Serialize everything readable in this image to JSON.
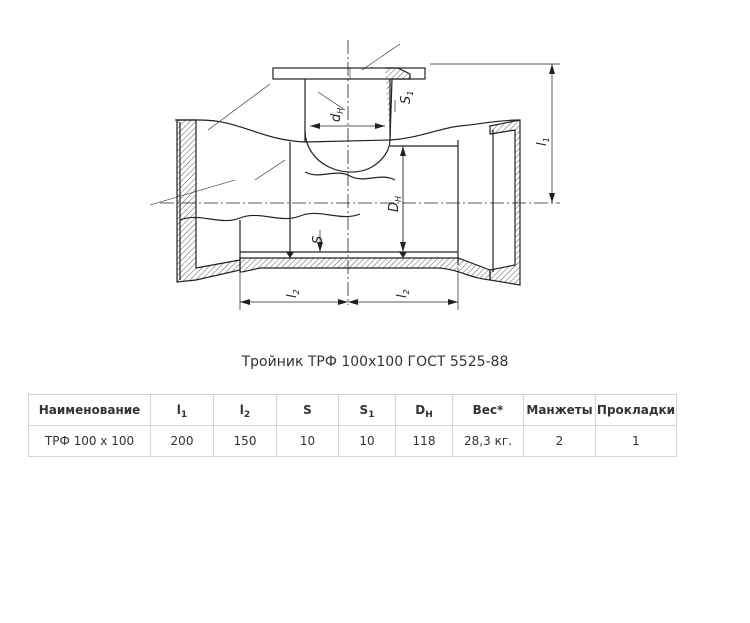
{
  "drawing": {
    "labels": {
      "d_main": "d",
      "d_sub": "H",
      "s1_main": "S",
      "s1_sub": "1",
      "l1_main": "l",
      "l1_sub": "1",
      "dn_main": "D",
      "dn_sub": "H",
      "s_main": "S",
      "l2a_main": "l",
      "l2a_sub": "2",
      "l2b_main": "l",
      "l2b_sub": "2"
    }
  },
  "caption": "Тройник ТРФ 100х100 ГОСТ 5525-88",
  "table": {
    "headers": [
      {
        "main": "Наименование",
        "sub": ""
      },
      {
        "main": "l",
        "sub": "1"
      },
      {
        "main": "l",
        "sub": "2"
      },
      {
        "main": "S",
        "sub": ""
      },
      {
        "main": "S",
        "sub": "1"
      },
      {
        "main": "D",
        "sub": "H"
      },
      {
        "main": "Вес*",
        "sub": ""
      },
      {
        "main": "Манжеты",
        "sub": ""
      },
      {
        "main": "Прокладки",
        "sub": ""
      }
    ],
    "rows": [
      [
        "ТРФ 100 х 100",
        "200",
        "150",
        "10",
        "10",
        "118",
        "28,3 кг.",
        "2",
        "1"
      ]
    ]
  }
}
